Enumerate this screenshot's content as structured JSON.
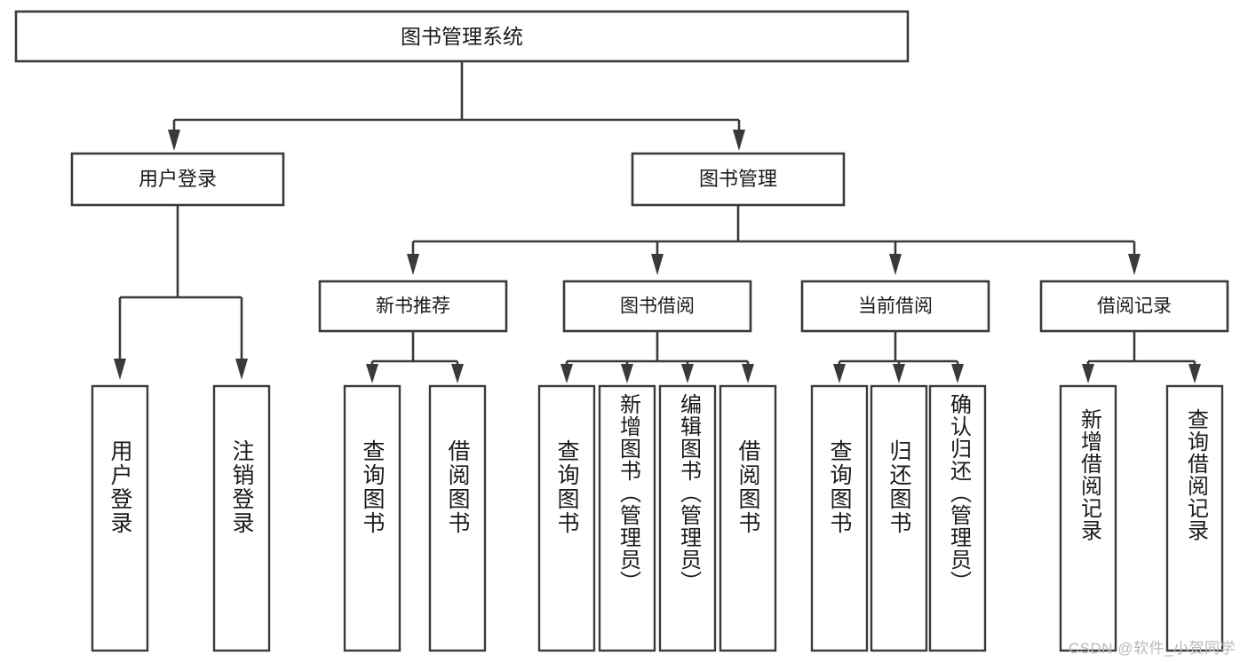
{
  "diagram": {
    "title": "图书管理系统",
    "type": "tree",
    "root": {
      "label": "图书管理系统",
      "level": 1
    },
    "level2": [
      {
        "label": "用户登录"
      },
      {
        "label": "图书管理"
      }
    ],
    "level3": [
      {
        "label": "新书推荐"
      },
      {
        "label": "图书借阅"
      },
      {
        "label": "当前借阅"
      },
      {
        "label": "借阅记录"
      }
    ],
    "leaves": {
      "user_login": [
        {
          "label": "用户登录"
        },
        {
          "label": "注销登录"
        }
      ],
      "new_book_recommend": [
        {
          "label": "查询图书"
        },
        {
          "label": "借阅图书"
        }
      ],
      "book_borrow": [
        {
          "label": "查询图书"
        },
        {
          "label": "新增图书（管理员）"
        },
        {
          "label": "编辑图书（管理员）"
        },
        {
          "label": "借阅图书"
        }
      ],
      "current_borrow": [
        {
          "label": "查询图书"
        },
        {
          "label": "归还图书"
        },
        {
          "label": "确认归还（管理员）"
        }
      ],
      "borrow_record": [
        {
          "label": "新增借阅记录"
        },
        {
          "label": "查询借阅记录"
        }
      ]
    },
    "watermark": "CSDN @软件_小贺同学",
    "colors": {
      "stroke": "#3a3a3a",
      "fill": "#ffffff",
      "text": "#1a1a1a",
      "watermark": "#b9b9b9"
    }
  }
}
